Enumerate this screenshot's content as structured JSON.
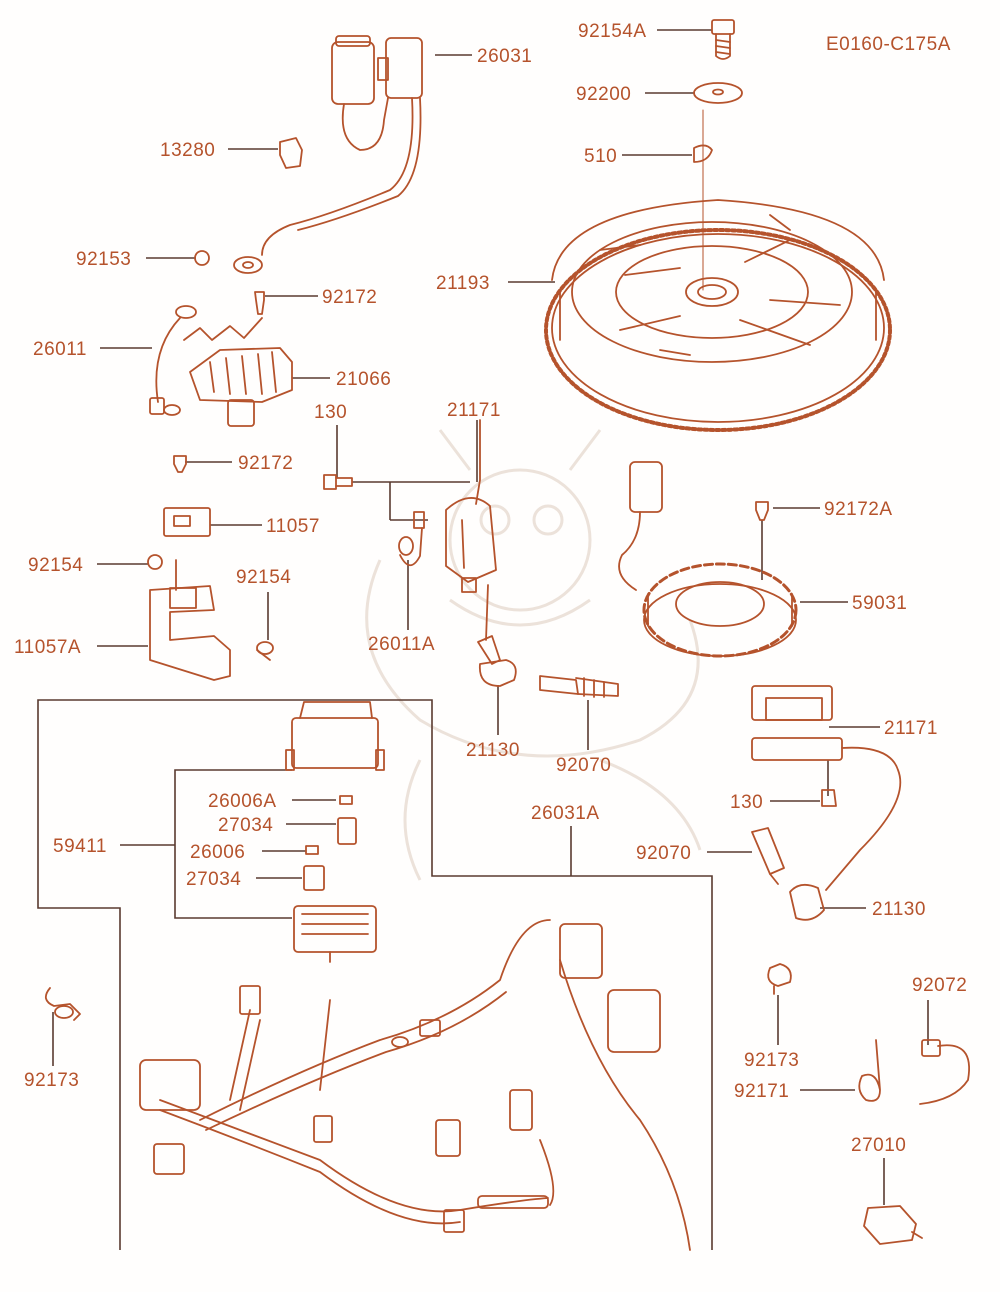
{
  "diagram": {
    "code": "E0160-C175A",
    "ink_color": "#b5532c",
    "leader_color": "#5a3a30",
    "watermark_color": "#ece2da",
    "callouts": [
      {
        "id": "c-92154A",
        "label": "92154A"
      },
      {
        "id": "c-92200",
        "label": "92200"
      },
      {
        "id": "c-510",
        "label": "510"
      },
      {
        "id": "c-26031",
        "label": "26031"
      },
      {
        "id": "c-13280",
        "label": "13280"
      },
      {
        "id": "c-92153",
        "label": "92153"
      },
      {
        "id": "c-92172-a",
        "label": "92172"
      },
      {
        "id": "c-26011",
        "label": "26011"
      },
      {
        "id": "c-21066",
        "label": "21066"
      },
      {
        "id": "c-21193",
        "label": "21193"
      },
      {
        "id": "c-130-a",
        "label": "130"
      },
      {
        "id": "c-21171-a",
        "label": "21171"
      },
      {
        "id": "c-92172-b",
        "label": "92172"
      },
      {
        "id": "c-11057",
        "label": "11057"
      },
      {
        "id": "c-92154-a",
        "label": "92154"
      },
      {
        "id": "c-92154-b",
        "label": "92154"
      },
      {
        "id": "c-11057A",
        "label": "11057A"
      },
      {
        "id": "c-26011A",
        "label": "26011A"
      },
      {
        "id": "c-92172A",
        "label": "92172A"
      },
      {
        "id": "c-59031",
        "label": "59031"
      },
      {
        "id": "c-21171-b",
        "label": "21171"
      },
      {
        "id": "c-130-b",
        "label": "130"
      },
      {
        "id": "c-21130-a",
        "label": "21130"
      },
      {
        "id": "c-92070-a",
        "label": "92070"
      },
      {
        "id": "c-26006A",
        "label": "26006A"
      },
      {
        "id": "c-27034-a",
        "label": "27034"
      },
      {
        "id": "c-59411",
        "label": "59411"
      },
      {
        "id": "c-26006",
        "label": "26006"
      },
      {
        "id": "c-27034-b",
        "label": "27034"
      },
      {
        "id": "c-26031A",
        "label": "26031A"
      },
      {
        "id": "c-92070-b",
        "label": "92070"
      },
      {
        "id": "c-21130-b",
        "label": "21130"
      },
      {
        "id": "c-92173-a",
        "label": "92173"
      },
      {
        "id": "c-92173-b",
        "label": "92173"
      },
      {
        "id": "c-92072",
        "label": "92072"
      },
      {
        "id": "c-92171",
        "label": "92171"
      },
      {
        "id": "c-27010",
        "label": "27010"
      }
    ]
  }
}
